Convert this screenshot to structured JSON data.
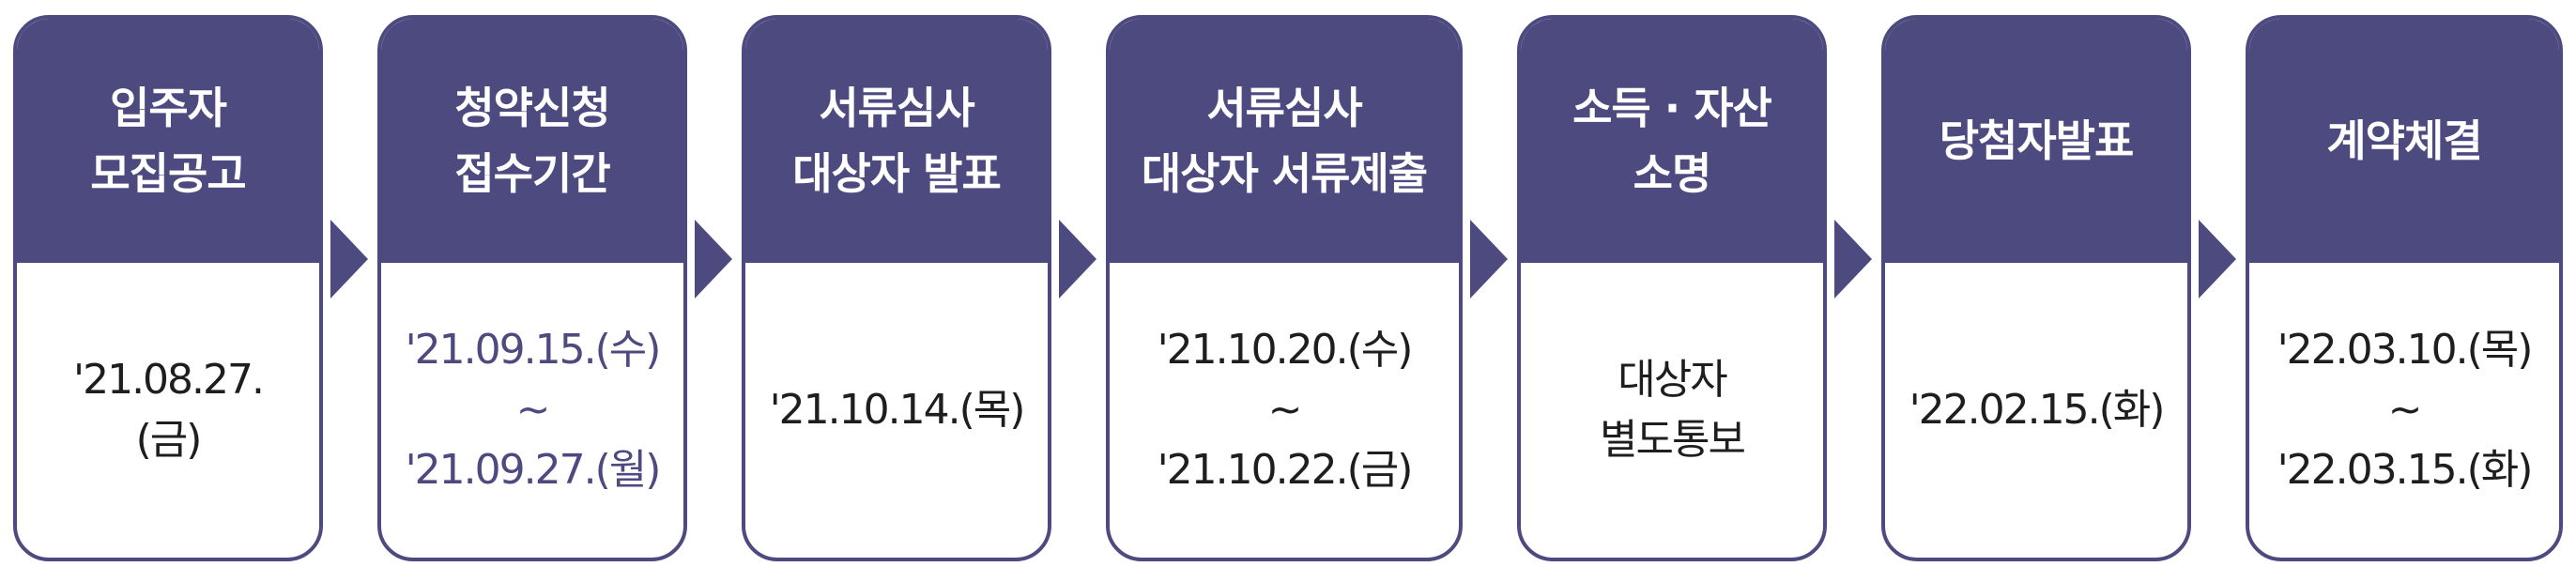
{
  "steps": [
    {
      "title": [
        "입주자",
        "모집공고"
      ],
      "detail": [
        "'21.08.27.",
        "(금)"
      ]
    },
    {
      "title": [
        "청약신청",
        "접수기간"
      ],
      "detail": [
        "'21.09.15.(수)",
        "~",
        "'21.09.27.(월)"
      ]
    },
    {
      "title": [
        "서류심사",
        "대상자 발표"
      ],
      "detail": [
        "'21.10.14.(목)"
      ]
    },
    {
      "title": [
        "서류심사",
        "대상자 서류제출"
      ],
      "detail": [
        "'21.10.20.(수)",
        "~",
        "'21.10.22.(금)"
      ]
    },
    {
      "title": [
        "소득 · 자산",
        "소명"
      ],
      "detail": [
        "대상자",
        "별도통보"
      ]
    },
    {
      "title": [
        "당첨자발표"
      ],
      "detail": [
        "'22.02.15.(화)"
      ]
    },
    {
      "title": [
        "계약체결"
      ],
      "detail": [
        "'22.03.10.(목)",
        "~",
        "'22.03.15.(화)"
      ]
    }
  ],
  "colors": {
    "header_bg": "#4d4a80",
    "header_text": "#ffffff",
    "body_text": "#1e1e1e",
    "accent_text": "#4d4a80"
  },
  "icons": {
    "connector": "triangle-right-arrow-icon"
  }
}
